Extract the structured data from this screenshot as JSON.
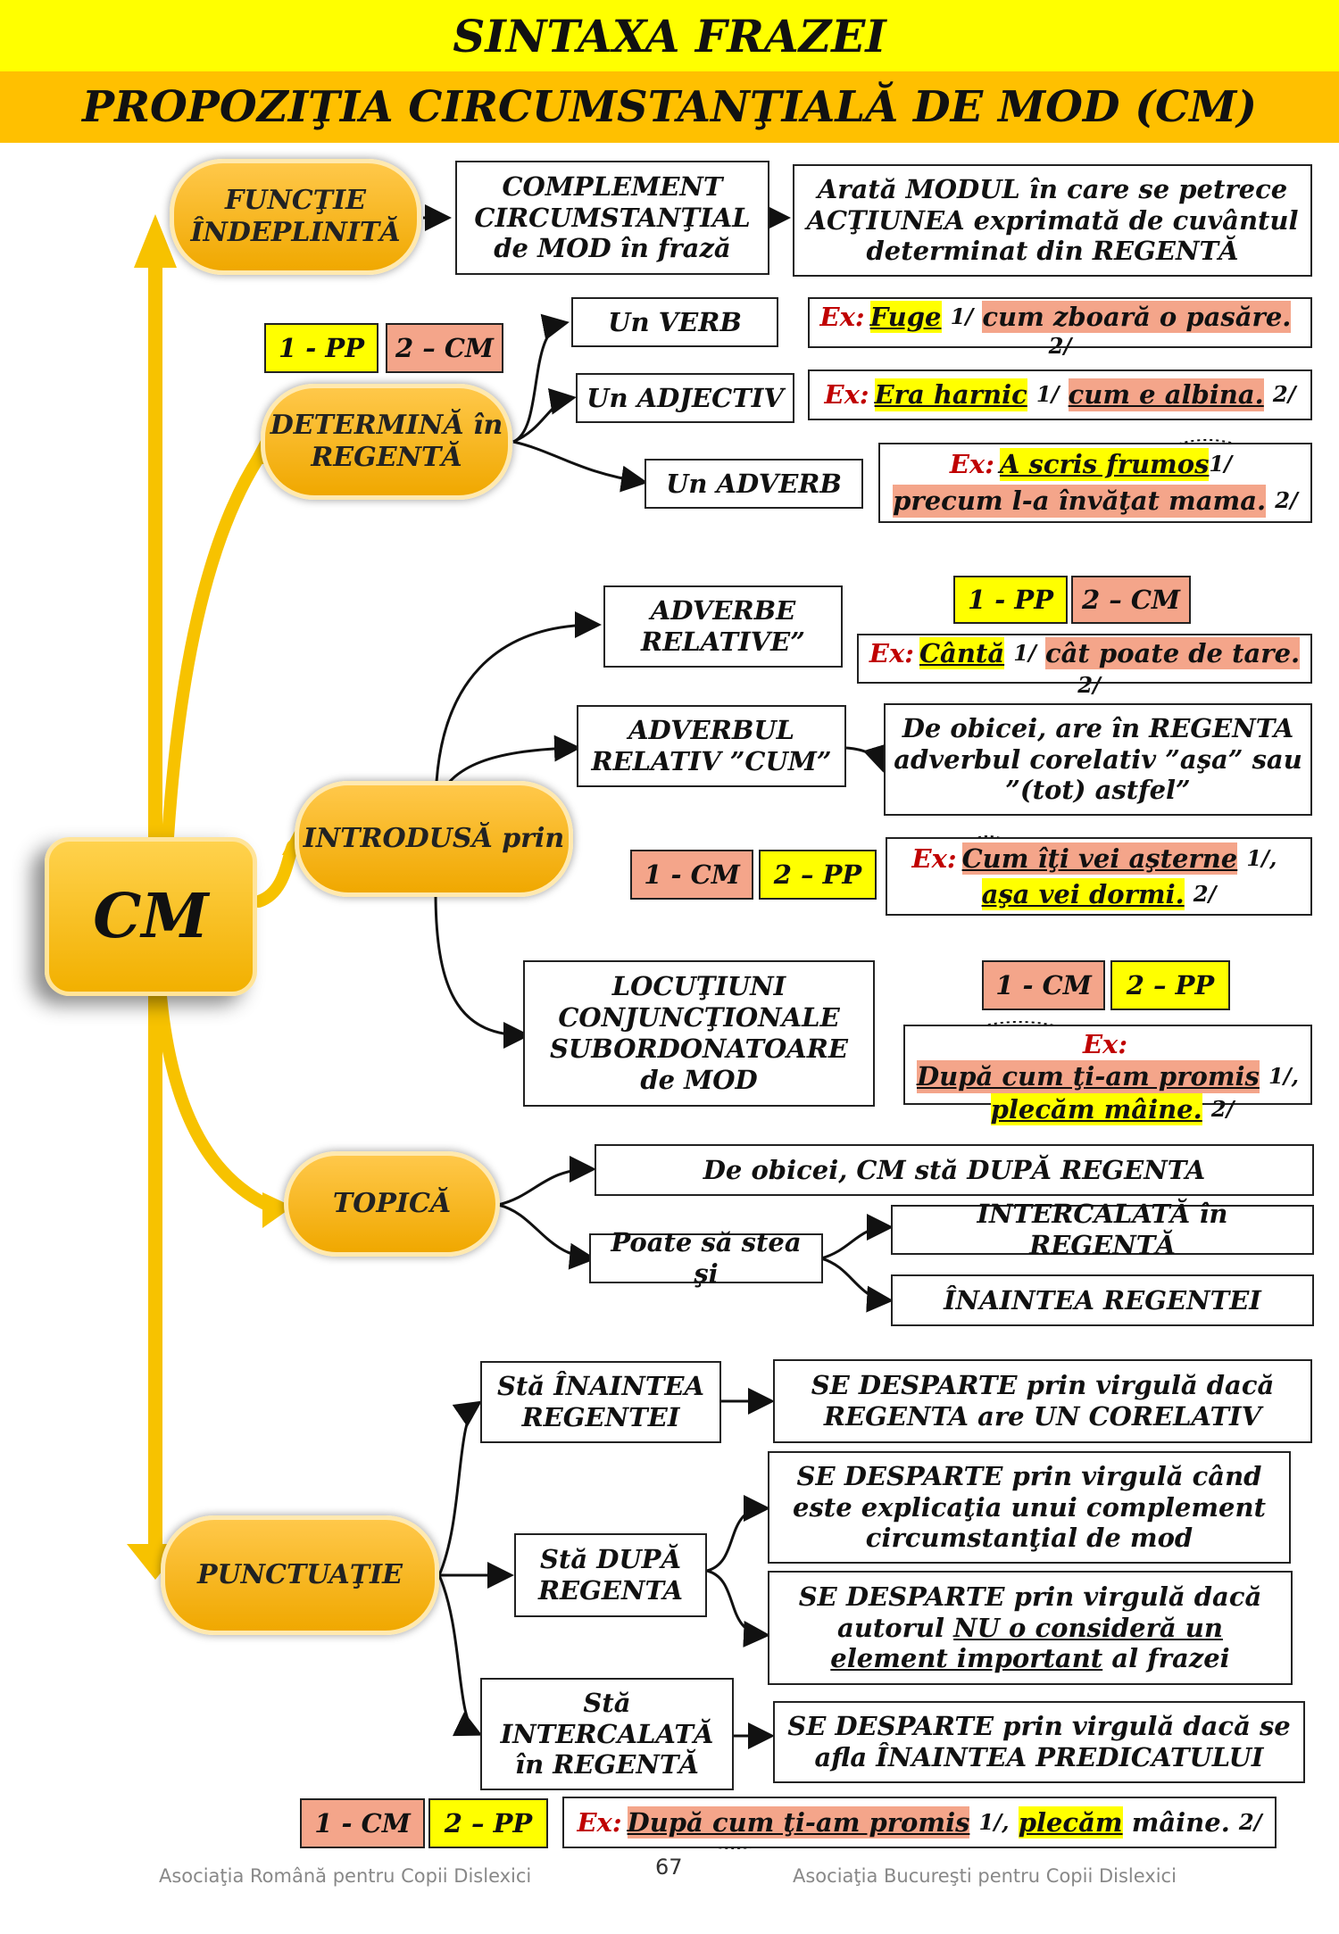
{
  "header": {
    "title": "SINTAXA FRAZEI",
    "subtitle": "PROPOZIŢIA CIRCUMSTANŢIALĂ DE MOD (CM)"
  },
  "center": {
    "label": "CM"
  },
  "nodes": {
    "functie": "FUNCŢIE ÎNDEPLINITĂ",
    "determina": "DETERMINĂ în REGENTĂ",
    "introdusa": "INTRODUSĂ prin",
    "topica": "TOPICĂ",
    "punctuatie": "PUNCTUAŢIE"
  },
  "functie": {
    "complement": "COMPLEMENT CIRCUMSTANŢIAL de MOD în frază",
    "arata": "Arată MODUL în care se petrece ACŢIUNEA exprimată de cuvântul determinat din REGENTĂ"
  },
  "tags": {
    "pp1": "1 - PP",
    "cm2": "2 – CM",
    "cm1": "1 - CM",
    "pp2": "2 – PP"
  },
  "determina": {
    "verb": "Un VERB",
    "adjectiv": "Un ADJECTIV",
    "adverb": "Un ADVERB"
  },
  "examples": {
    "label": "Ex:",
    "verb": {
      "a": "Fuge",
      "b": "1/",
      "c": "cum zboară o pasăre.",
      "d": "2/"
    },
    "adjectiv": {
      "a": "Era harnic",
      "b": "1/",
      "c": "cum e albina.",
      "d": "2/"
    },
    "adverb": {
      "a": "A scris frumos",
      "b": "1/",
      "c": "precum l-a învăţat mama.",
      "d": "2/"
    },
    "relative": {
      "a": "Cântă",
      "b": "1/",
      "c": "cât poate de tare.",
      "d": "2/"
    },
    "cum": {
      "a": "Cum îţi vei aşterne",
      "b": "1/,",
      "c": "aşa vei dormi.",
      "d": "2/"
    },
    "locutiuni": {
      "a": "După cum ţi-am promis",
      "b": "1/,",
      "c": "plecăm mâine.",
      "d": "2/"
    },
    "final": {
      "a": "După cum ţi-am promis",
      "b": "1/,",
      "c": "plecăm",
      "e": "mâine.",
      "d": "2/"
    }
  },
  "introdusa": {
    "adverbe": "ADVERBE RELATIVE”",
    "cum": "ADVERBUL RELATIV ”CUM”",
    "corelativ": "De obicei, are în REGENTA adverbul corelativ ”aşa” sau ”(tot) astfel”",
    "locutiuni": "LOCUŢIUNI CONJUNCŢIONALE SUBORDONATOARE de MOD"
  },
  "topica": {
    "dupa": "De obicei, CM stă DUPĂ REGENTA",
    "poate": "Poate să stea şi",
    "intercalata": "INTERCALATĂ în REGENTĂ",
    "inaintea": "ÎNAINTEA REGENTEI"
  },
  "punctuatie": {
    "sta_inaintea": "Stă ÎNAINTEA REGENTEI",
    "sta_inaintea_rule": "SE DESPARTE prin virgulă dacă REGENTA are UN CORELATIV",
    "sta_dupa": "Stă DUPĂ REGENTA",
    "dupa_rule1": "SE DESPARTE prin virgulă când este explicaţia unui complement circumstanţial de mod",
    "dupa_rule2_a": "SE DESPARTE prin virgulă dacă autorul",
    "dupa_rule2_b": "NU o consideră un element important",
    "dupa_rule2_c": "al frazei",
    "sta_intercalata": "Stă INTERCALATĂ în REGENTĂ",
    "intercalata_rule": "SE DESPARTE prin virgulă dacă se afla ÎNAINTEA PREDICATULUI"
  },
  "footer": {
    "left": "Asociaţia Română pentru Copii Dislexici",
    "page": "67",
    "right": "Asociaţia Bucureşti pentru Copii Dislexici"
  },
  "colors": {
    "yellow": "#ffff00",
    "orange": "#ffc000",
    "salmon": "#f4a58a",
    "pill": "#f2b000",
    "red": "#c00000"
  }
}
